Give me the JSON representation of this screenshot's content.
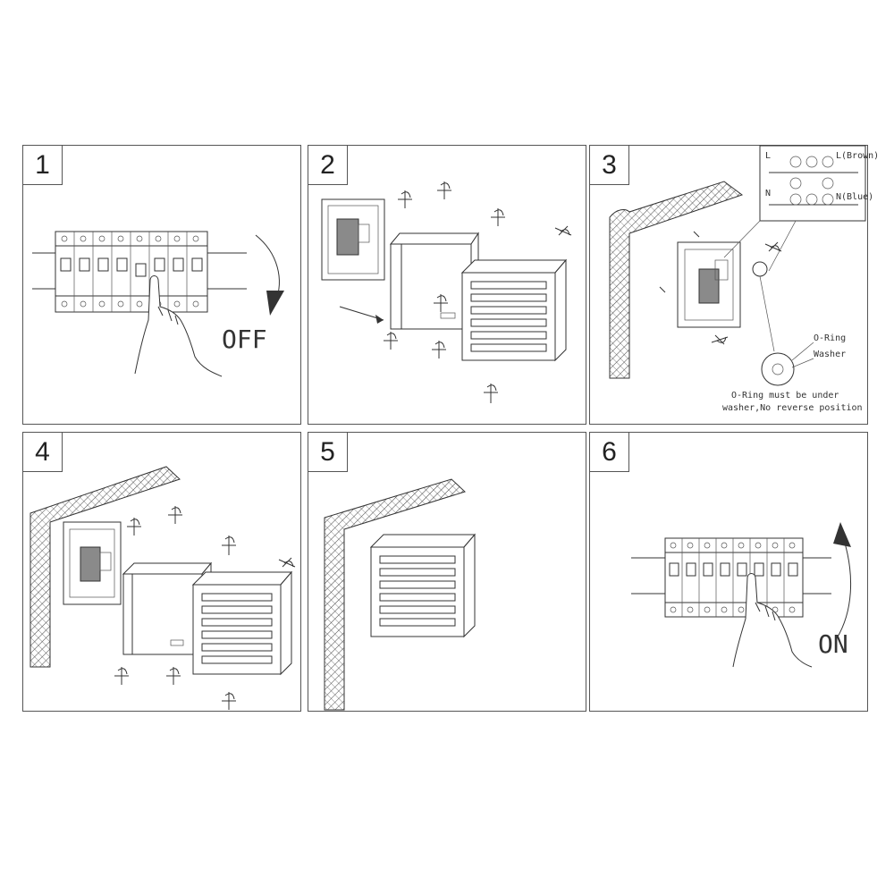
{
  "steps": [
    {
      "number": "1",
      "label": "OFF"
    },
    {
      "number": "2"
    },
    {
      "number": "3",
      "terminal": {
        "L": "L",
        "N": "N",
        "L_right": "L(Brown)",
        "N_right": "N(Blue)"
      },
      "oring_label": "O-Ring",
      "washer_label": "Washer",
      "note_line1": "O-Ring must be under",
      "note_line2": "washer,No reverse position"
    },
    {
      "number": "4"
    },
    {
      "number": "5"
    },
    {
      "number": "6",
      "label": "ON"
    }
  ]
}
